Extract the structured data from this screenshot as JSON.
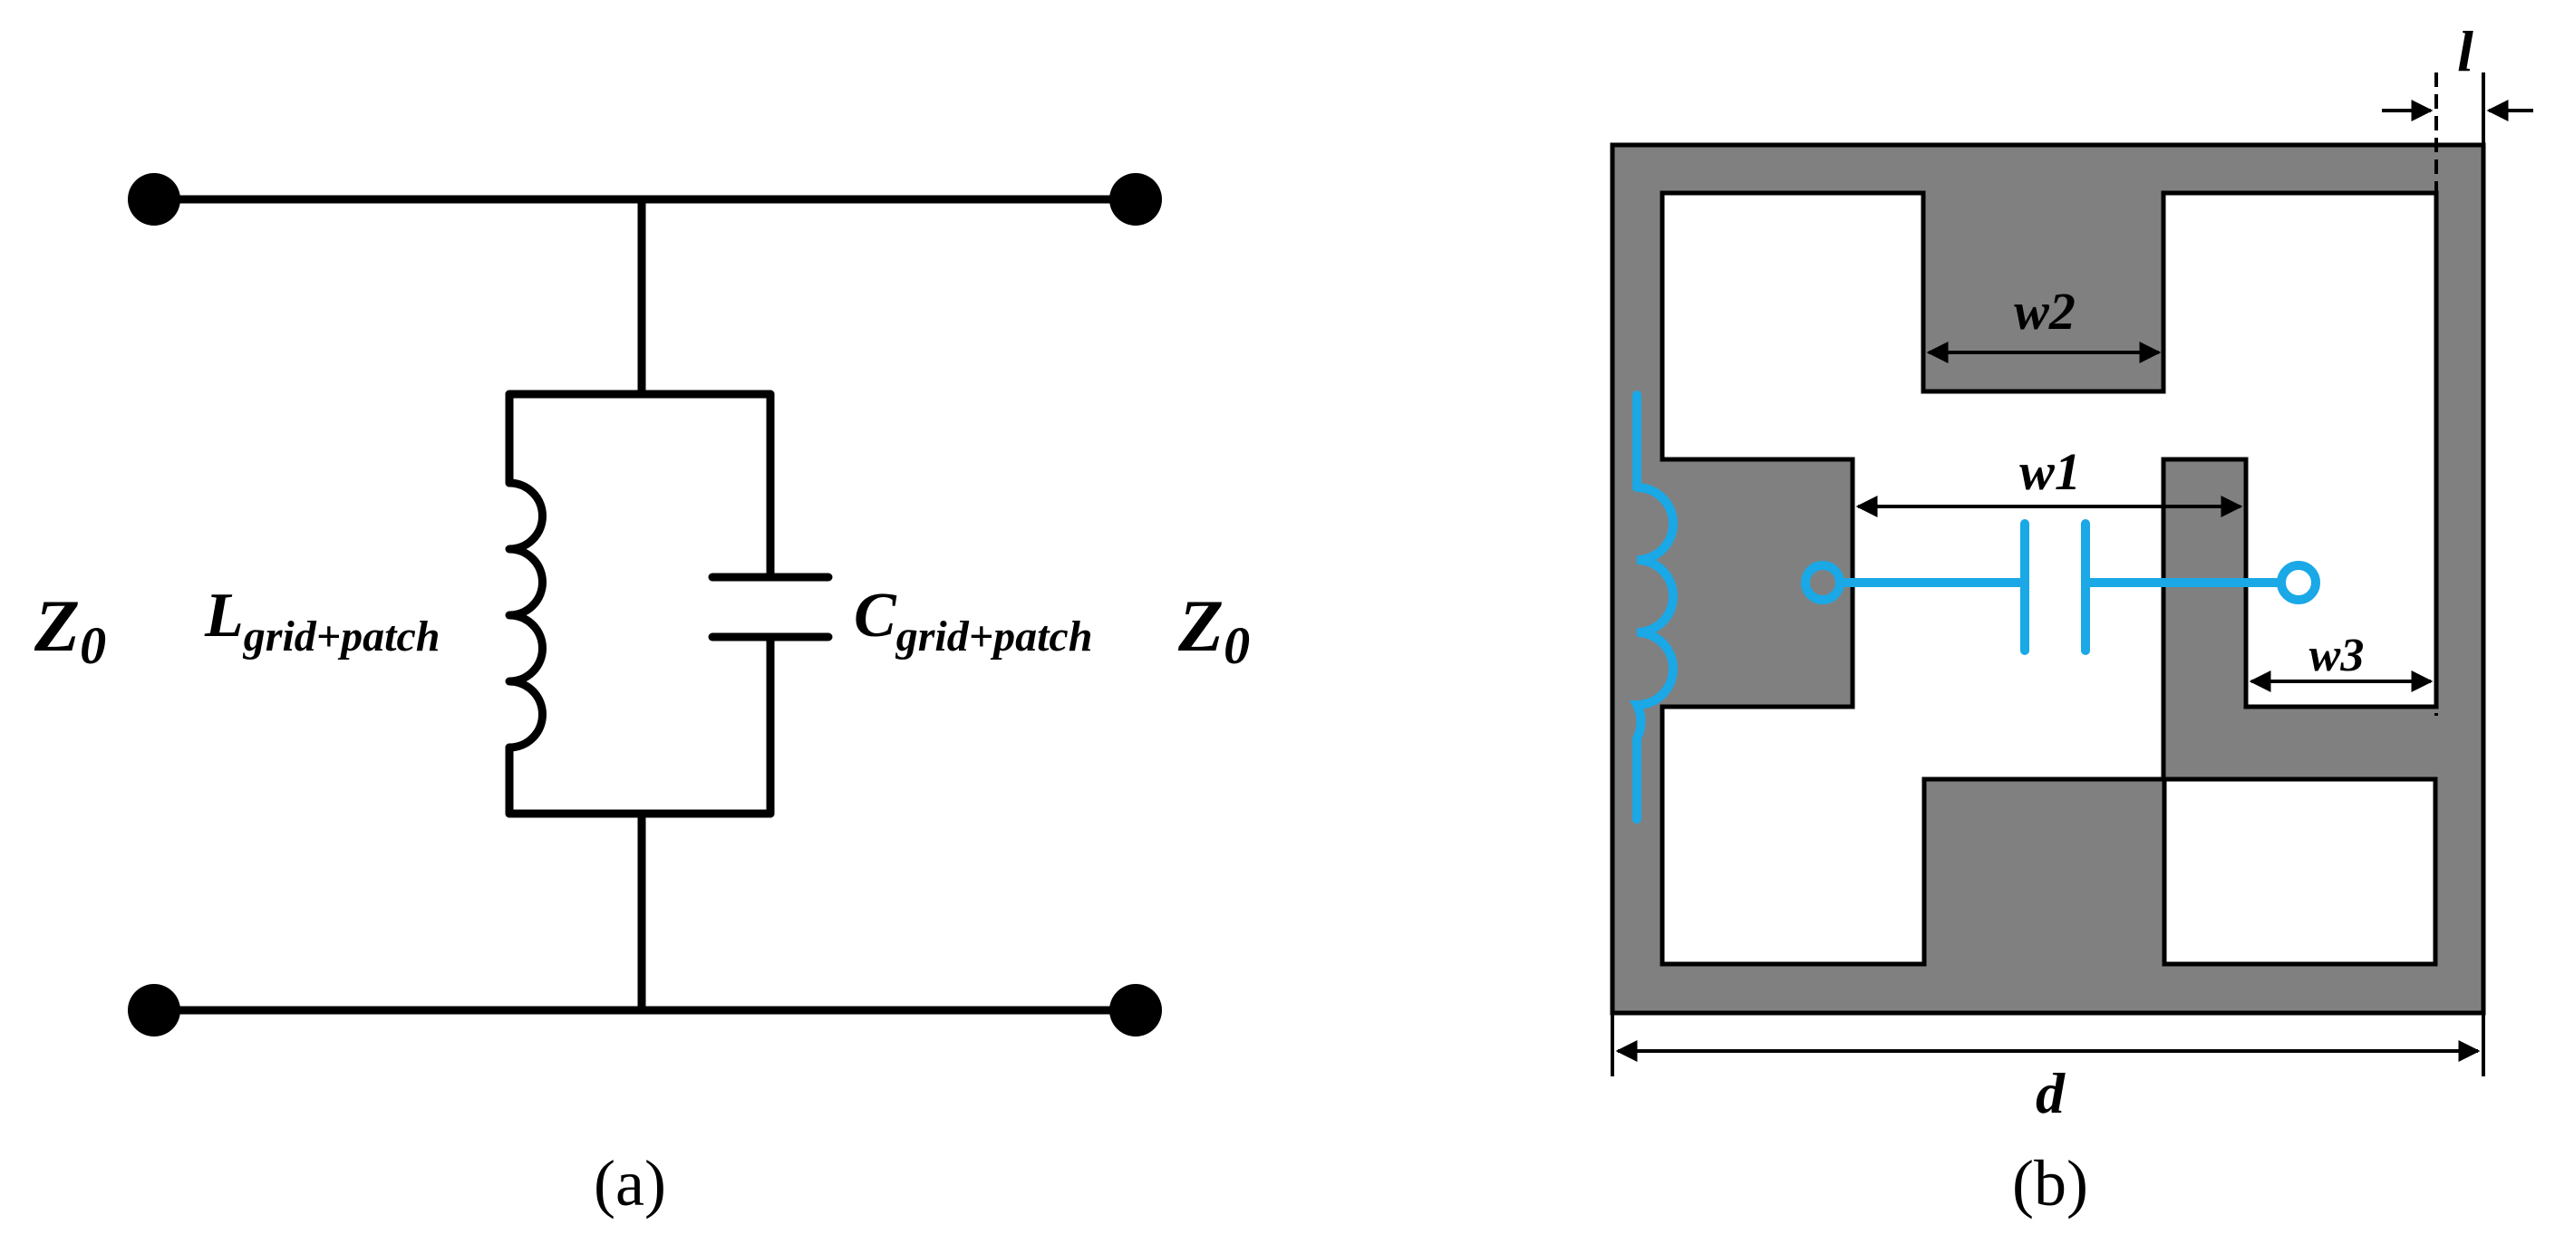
{
  "panel_a": {
    "caption": "(a)",
    "z_left": {
      "base": "Z",
      "sub": "0"
    },
    "z_right": {
      "base": "Z",
      "sub": "0"
    },
    "inductor_label": {
      "base": "L",
      "sub": "grid+patch"
    },
    "capacitor_label": {
      "base": "C",
      "sub": "grid+patch"
    }
  },
  "panel_b": {
    "caption": "(b)",
    "dim_l": "l",
    "dim_w1": "w1",
    "dim_w2": "w2",
    "dim_w3": "w3",
    "dim_d": "d"
  },
  "colors": {
    "stroke": "#000000",
    "metal": "#808080",
    "accent": "#1aa8e6",
    "background": "#ffffff"
  }
}
